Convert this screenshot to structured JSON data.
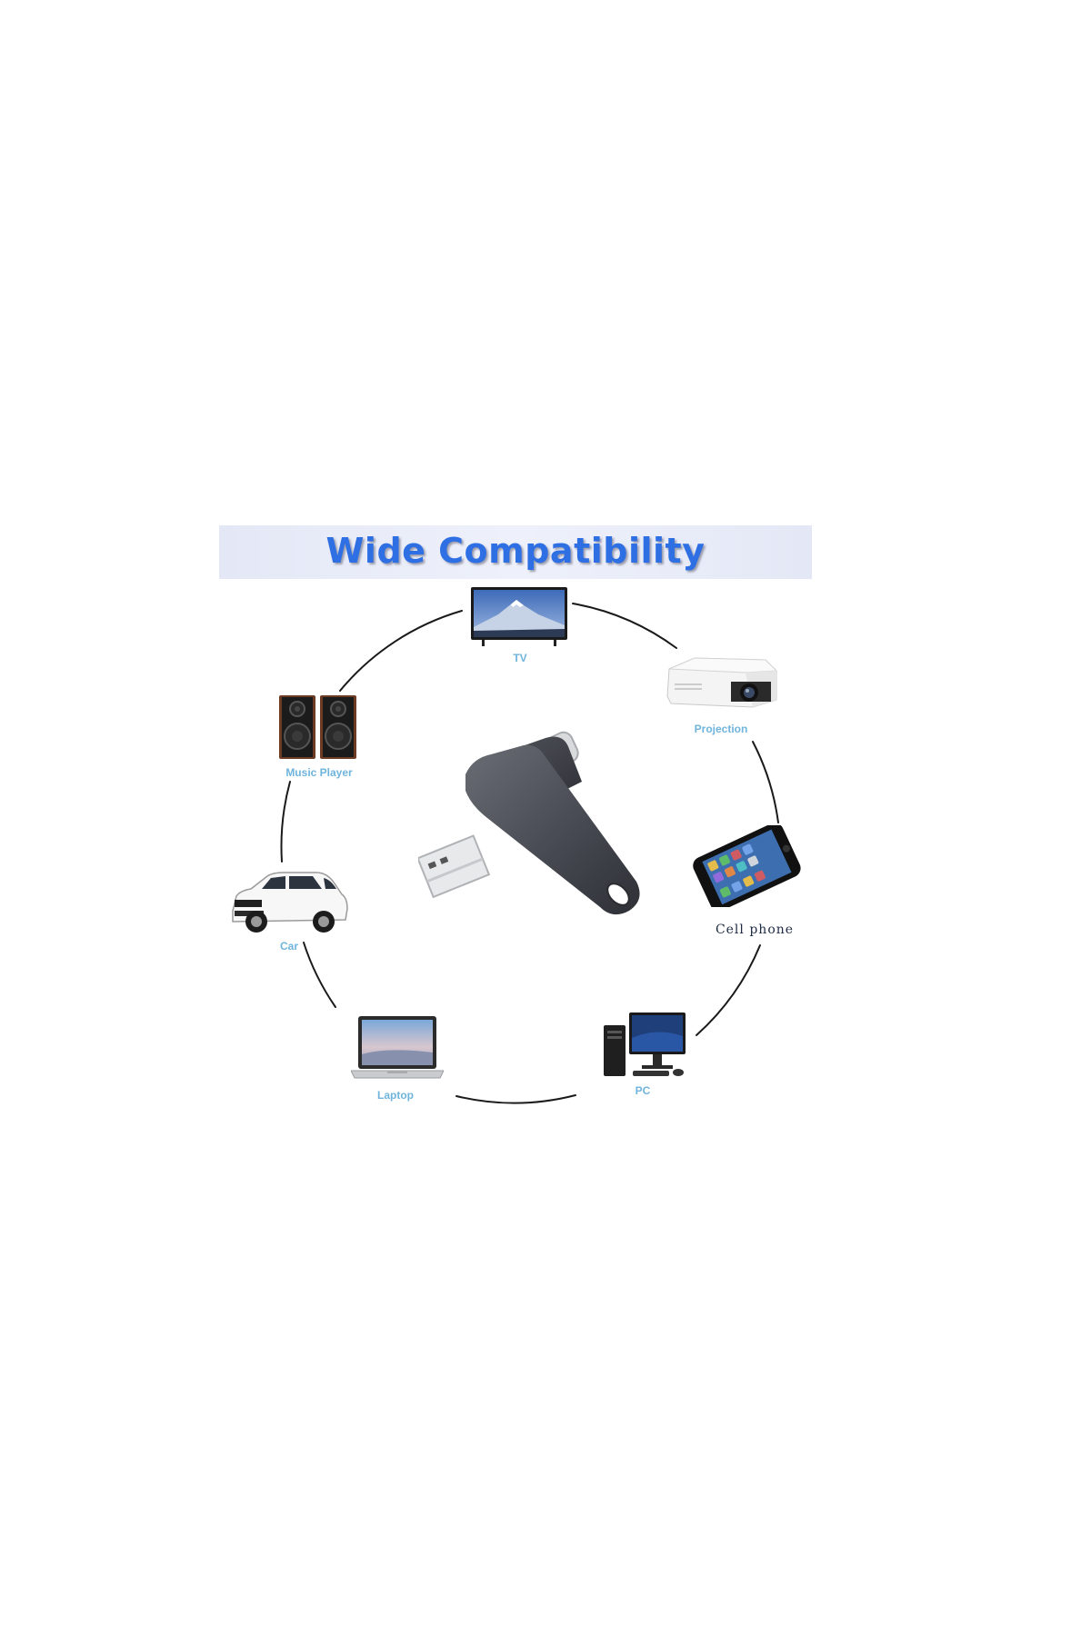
{
  "banner": {
    "title": "Wide Compatibility"
  },
  "devices": {
    "tv": {
      "label": "TV",
      "icon": "tv-icon"
    },
    "projection": {
      "label": "Projection",
      "icon": "projector-icon"
    },
    "music_player": {
      "label": "Music Player",
      "icon": "speakers-icon"
    },
    "cell_phone": {
      "label": "Cell phone",
      "icon": "smartphone-icon"
    },
    "car": {
      "label": "Car",
      "icon": "car-icon"
    },
    "pc": {
      "label": "PC",
      "icon": "desktop-pc-icon"
    },
    "laptop": {
      "label": "Laptop",
      "icon": "laptop-icon"
    }
  },
  "center": {
    "icon": "usb-flash-drive-icon"
  },
  "colors": {
    "title": "#2f6fe4",
    "label": "#6fb4dc",
    "ring": "#1a1a1a",
    "drive": "#4a4d55"
  }
}
